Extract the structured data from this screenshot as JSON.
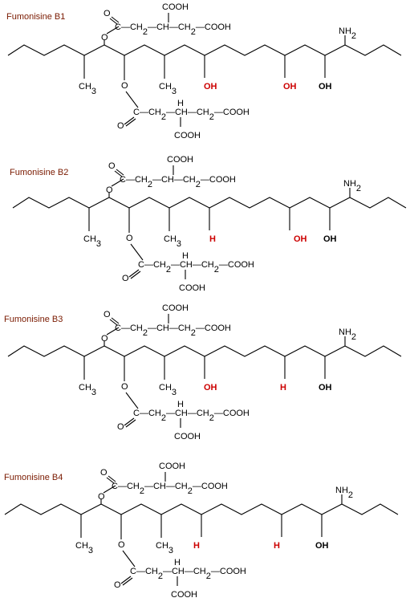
{
  "colors": {
    "line": "#000000",
    "title": "#7a1a00",
    "highlight": "#cc0000"
  },
  "molecules": [
    {
      "name": "Fumonisine B1",
      "ester_upper": {
        "acid_top": "COOH",
        "chain": "C—CH2—CH—CH2—COOH",
        "linker_o": "O",
        "carbonyl_o": "O"
      },
      "ester_lower": {
        "chain": "C—CH2—CH—CH2—COOH",
        "acid_bottom": "COOH",
        "h": "H",
        "linker_o": "O",
        "carbonyl_o": "O"
      },
      "nh2": "NH2",
      "ch3_1": "CH3",
      "ch3_2": "CH3",
      "sub1": "OH",
      "sub2": "OH",
      "sub3": "OH"
    },
    {
      "name": "Fumonisine B2",
      "ester_upper": {
        "acid_top": "COOH",
        "chain": "C—CH2—CH—CH2—COOH",
        "linker_o": "O",
        "carbonyl_o": "O"
      },
      "ester_lower": {
        "chain": "C—CH2—CH—CH2—COOH",
        "acid_bottom": "COOH",
        "h": "H",
        "linker_o": "O",
        "carbonyl_o": "O"
      },
      "nh2": "NH2",
      "ch3_1": "CH3",
      "ch3_2": "CH3",
      "sub1": "H",
      "sub2": "OH",
      "sub3": "OH"
    },
    {
      "name": "Fumonisine B3",
      "ester_upper": {
        "acid_top": "COOH",
        "chain": "C—CH2—CH—CH2—COOH",
        "linker_o": "O",
        "carbonyl_o": "O"
      },
      "ester_lower": {
        "chain": "C—CH2—CH—CH2—COOH",
        "acid_bottom": "COOH",
        "h": "H",
        "linker_o": "O",
        "carbonyl_o": "O"
      },
      "nh2": "NH2",
      "ch3_1": "CH3",
      "ch3_2": "CH3",
      "sub1": "OH",
      "sub2": "H",
      "sub3": "OH"
    },
    {
      "name": "Fumonisine B4",
      "ester_upper": {
        "acid_top": "COOH",
        "chain": "C—CH2—CH—CH2—COOH",
        "linker_o": "O",
        "carbonyl_o": "O"
      },
      "ester_lower": {
        "chain": "C—CH2—CH—CH2—COOH",
        "acid_bottom": "COOH",
        "h": "H",
        "linker_o": "O",
        "carbonyl_o": "O"
      },
      "nh2": "NH2",
      "ch3_1": "CH3",
      "ch3_2": "CH3",
      "sub1": "H",
      "sub2": "H",
      "sub3": "OH"
    }
  ]
}
